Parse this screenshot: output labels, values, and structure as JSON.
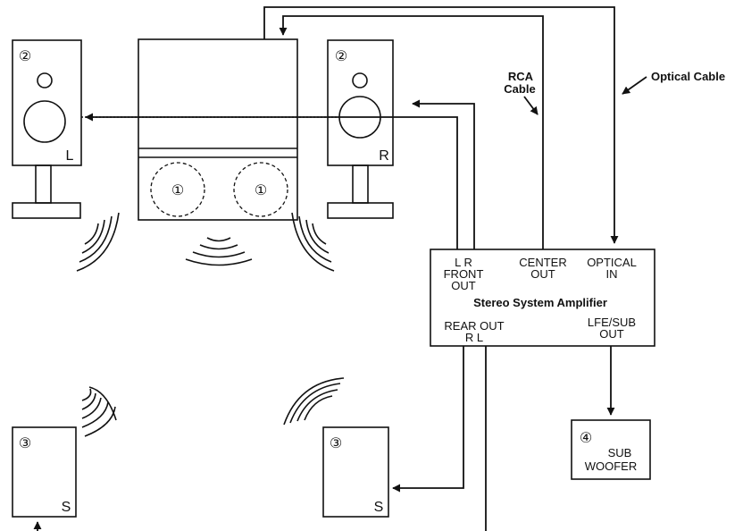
{
  "speakers": {
    "front_left": {
      "number": "②",
      "side": "L"
    },
    "front_right": {
      "number": "②",
      "side": "R"
    },
    "rear_left": {
      "number": "③",
      "side": "S"
    },
    "rear_right": {
      "number": "③",
      "side": "S"
    }
  },
  "tv": {
    "driver_label_1": "①",
    "driver_label_2": "①"
  },
  "amplifier": {
    "title": "Stereo System Amplifier",
    "front_lr": "L  R",
    "front_out_1": "FRONT",
    "front_out_2": "OUT",
    "center_1": "CENTER",
    "center_2": "OUT",
    "optical_1": "OPTICAL",
    "optical_2": "IN",
    "rear_1": "REAR OUT",
    "rear_2": "R   L",
    "lfe_1": "LFE/SUB",
    "lfe_2": "OUT"
  },
  "subwoofer": {
    "number": "④",
    "line1": "SUB",
    "line2": "WOOFER"
  },
  "cables": {
    "rca_1": "RCA",
    "rca_2": "Cable",
    "optical": "Optical Cable"
  },
  "colors": {
    "line": "#111111",
    "background": "#ffffff"
  }
}
